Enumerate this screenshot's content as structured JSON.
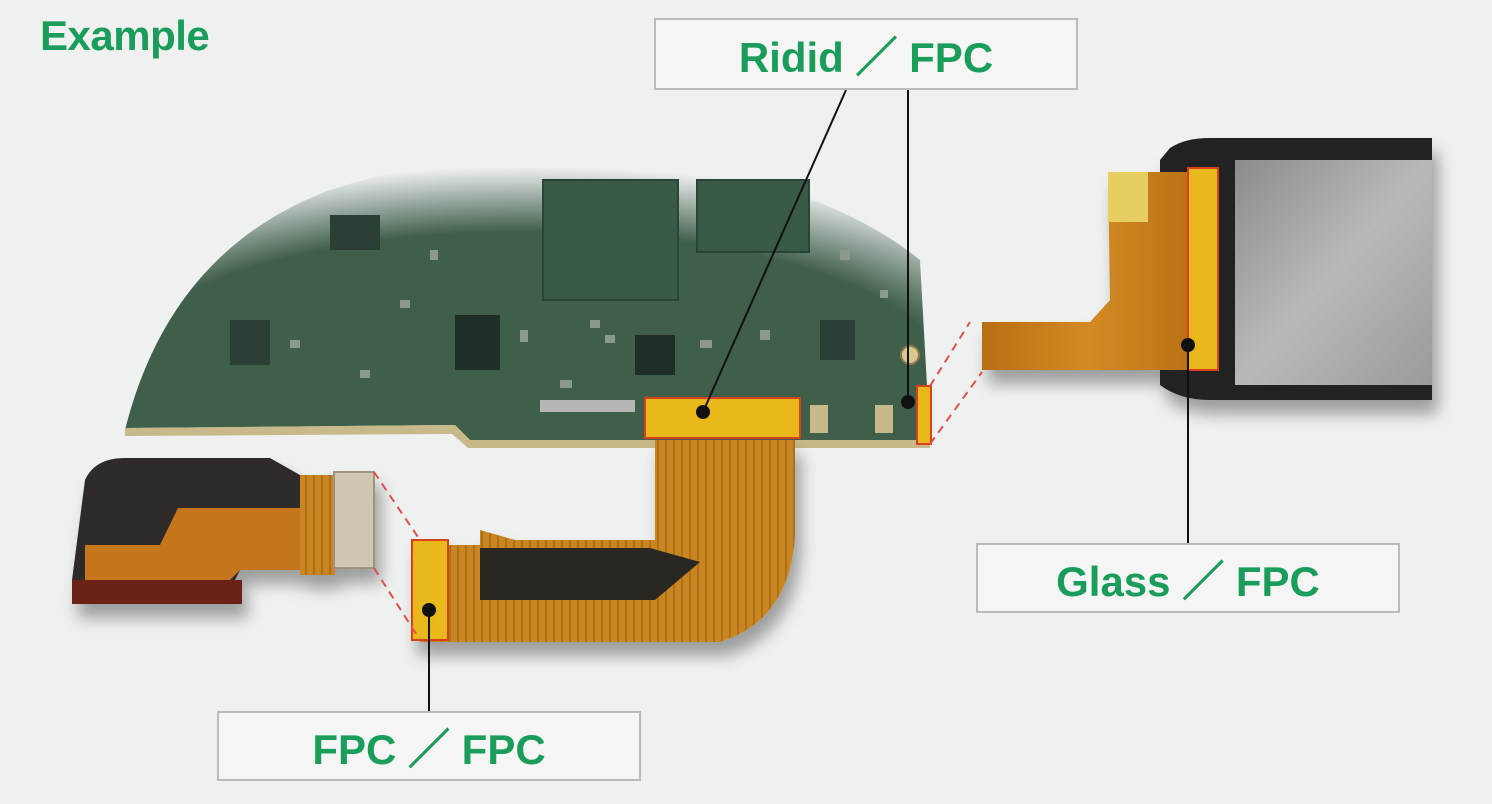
{
  "title": "Example",
  "labels": {
    "rigid_fpc": "Ridid ／ FPC",
    "glass_fpc": "Glass ／ FPC",
    "fpc_fpc": "FPC ／ FPC"
  },
  "colors": {
    "accent": "#1a9d5a",
    "board": "#4a6a55",
    "flex": "#c9801e",
    "highlight": "#e8b81a",
    "dashed": "#e0504a"
  }
}
